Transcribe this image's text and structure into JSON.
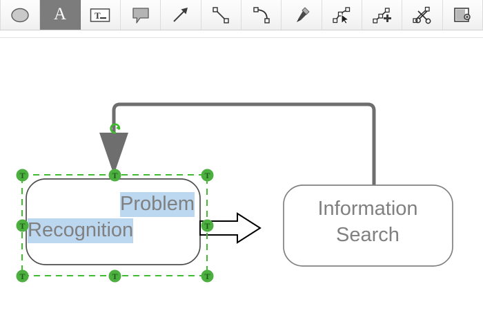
{
  "app": {
    "canvas_background": "#ffffff",
    "toolbar_background": "#f5f5f5"
  },
  "toolbar": {
    "name": "drawing-tools-toolbar",
    "selected_index": 1,
    "selected_color": "#7c7c7c",
    "items": [
      {
        "id": "ellipse",
        "icon": "ellipse-icon",
        "label": "Ellipse",
        "selected": false
      },
      {
        "id": "text",
        "icon": "text-a-icon",
        "label": "A",
        "selected": true
      },
      {
        "id": "text-box",
        "icon": "text-box-icon",
        "label": "Text Box",
        "selected": false
      },
      {
        "id": "callout",
        "icon": "callout-icon",
        "label": "Callout",
        "selected": false
      },
      {
        "id": "arrow",
        "icon": "arrow-icon",
        "label": "Arrow",
        "selected": false
      },
      {
        "id": "line",
        "icon": "line-segment-icon",
        "label": "Line",
        "selected": false
      },
      {
        "id": "curve",
        "icon": "curve-icon",
        "label": "Curve",
        "selected": false
      },
      {
        "id": "pen",
        "icon": "pen-nib-icon",
        "label": "Pen",
        "selected": false
      },
      {
        "id": "edit-node",
        "icon": "edit-node-icon",
        "label": "Edit Node",
        "selected": false
      },
      {
        "id": "add-node",
        "icon": "add-node-icon",
        "label": "Add Node",
        "selected": false
      },
      {
        "id": "cut-path",
        "icon": "scissors-cut-icon",
        "label": "Cut Path",
        "selected": false
      },
      {
        "id": "shape-fill",
        "icon": "shape-fill-icon",
        "label": "Shape",
        "selected": false
      }
    ]
  },
  "diagram": {
    "name": "flowchart-canvas",
    "nodes": [
      {
        "id": "problem-recognition",
        "text_line1": "Problem",
        "text_line2": "Recognition",
        "selected": true,
        "border_color": "#4d4d4d",
        "fill_color": "#ffffff",
        "text_color": "#808080",
        "selection_highlight_color": "#bcd7f0"
      },
      {
        "id": "information-search",
        "text_line1": "Information",
        "text_line2": "Search",
        "selected": false,
        "border_color": "#808080",
        "fill_color": "#ffffff",
        "text_color": "#808080"
      }
    ],
    "connectors": [
      {
        "id": "forward-arrow",
        "style": "block-arrow",
        "from": "problem-recognition",
        "to": "information-search",
        "stroke_color": "#000000",
        "fill_color": "#ffffff"
      },
      {
        "id": "feedback-loop",
        "style": "orthogonal-rounded",
        "from": "information-search",
        "to": "problem-recognition",
        "stroke_color": "#6e6e6e",
        "arrowhead": "solid-triangle-down"
      }
    ],
    "selection": {
      "handle_label": "T",
      "handle_fill": "#4caf3f",
      "handle_text_color": "#1f5e18",
      "dash_color": "#3fbb2e",
      "handle_count": 8,
      "rotate_handle_icon": "rotate-handle-icon"
    }
  }
}
